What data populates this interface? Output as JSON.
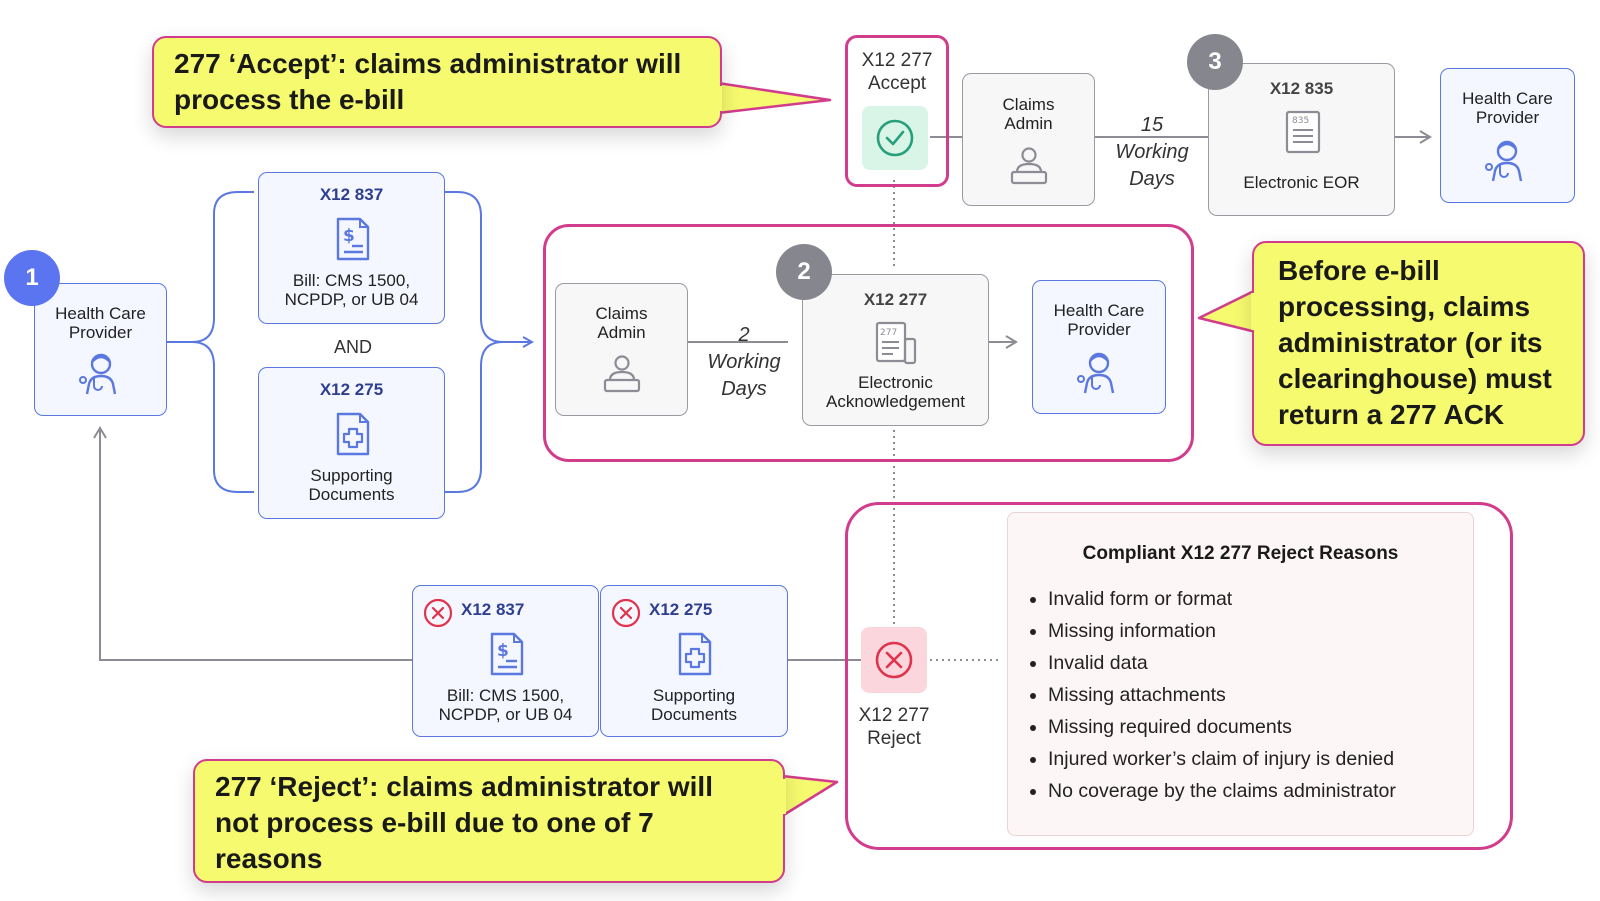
{
  "callouts": {
    "accept": "277 ‘Accept’: claims administrator will\nprocess the e-bill",
    "ack": "Before e-bill\nprocessing, claims\nadministrator (or its\nclearinghouse) must\nreturn a 277 ACK",
    "reject": "277 ‘Reject’: claims administrator will\nnot process e-bill due to one of 7\nreasons"
  },
  "badges": {
    "step1": "1",
    "step2": "2",
    "step3": "3"
  },
  "start": {
    "label": "Health Care\nProvider",
    "icon": "provider-icon"
  },
  "submission": {
    "bill": {
      "code": "X12 837",
      "label": "Bill: CMS 1500,\nNCPDP, or UB 04",
      "icon": "bill-document-icon"
    },
    "and_label": "AND",
    "docs": {
      "code": "X12 275",
      "label": "Supporting\nDocuments",
      "icon": "supporting-document-icon"
    }
  },
  "ack_flow": {
    "admin": {
      "label": "Claims\nAdmin",
      "icon": "admin-icon"
    },
    "days": "2\nWorking\nDays",
    "ack": {
      "code": "X12 277",
      "label": "Electronic\nAcknowledgement",
      "icon": "277-document-icon"
    },
    "provider": {
      "label": "Health Care\nProvider",
      "icon": "provider-icon"
    }
  },
  "accept_flow": {
    "accept": {
      "label": "X12 277\nAccept",
      "icon": "check-circle-icon"
    },
    "admin": {
      "label": "Claims\nAdmin",
      "icon": "admin-icon"
    },
    "days": "15\nWorking\nDays",
    "eor": {
      "code": "X12 835",
      "label": "Electronic EOR",
      "icon": "835-document-icon"
    },
    "provider": {
      "label": "Health Care\nProvider",
      "icon": "provider-icon"
    }
  },
  "reject_flow": {
    "reject": {
      "label": "X12 277\nReject",
      "icon": "reject-x-icon"
    },
    "bill": {
      "code": "X12 837",
      "label": "Bill: CMS 1500,\nNCPDP, or UB 04",
      "icon": "bill-document-icon"
    },
    "docs": {
      "code": "X12 275",
      "label": "Supporting\nDocuments",
      "icon": "supporting-document-icon"
    },
    "reasons_title": "Compliant X12 277 Reject Reasons",
    "reasons": [
      "Invalid form or format",
      "Missing information",
      "Invalid data",
      "Missing attachments",
      "Missing required documents",
      "Injured worker’s claim of injury is denied",
      "No coverage by the claims administrator"
    ]
  },
  "colors": {
    "highlight": "#d23c8c",
    "callout_fill": "#f6fa6e",
    "blue_flow": "#5a78e0",
    "badge_blue": "#5b74f0",
    "badge_gray": "#86868e",
    "accept_green": "#27a07a",
    "reject_red": "#e0334d"
  }
}
